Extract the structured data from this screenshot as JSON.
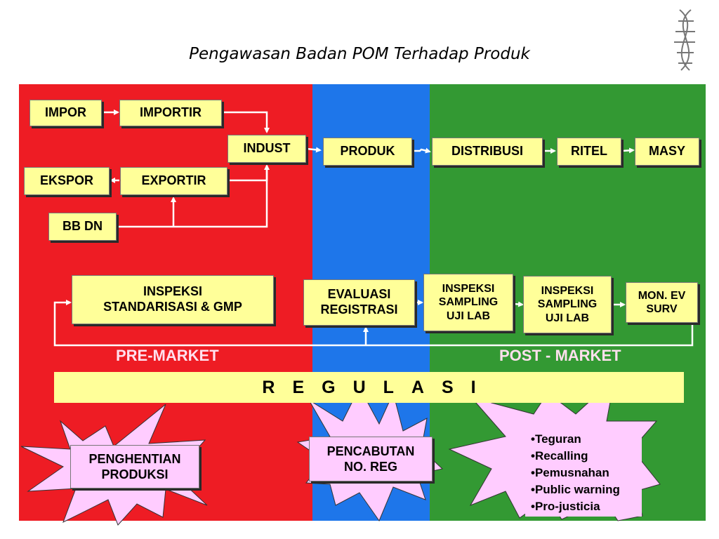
{
  "title": "Pengawasan Badan POM Terhadap Produk",
  "colors": {
    "pre_market": "#ee1c24",
    "evaluation": "#1e76ea",
    "post_market": "#339933",
    "box_fill": "#ffff99",
    "burst_fill": "#ffccff"
  },
  "flow_boxes": {
    "impor": "IMPOR",
    "importir": "IMPORTIR",
    "indust": "INDUST",
    "ekspor": "EKSPOR",
    "exportir": "EXPORTIR",
    "bb_dn": "BB DN",
    "produk": "PRODUK",
    "distribusi": "DISTRIBUSI",
    "ritel": "RITEL",
    "masy": "MASY"
  },
  "inspection_boxes": {
    "inspeksi_std": [
      "INSPEKSI",
      "STANDARISASI & GMP"
    ],
    "evaluasi": [
      "EVALUASI",
      "REGISTRASI"
    ],
    "sampling_1": [
      "INSPEKSI",
      "SAMPLING",
      "UJI LAB"
    ],
    "sampling_2": [
      "INSPEKSI",
      "SAMPLING",
      "UJI LAB"
    ],
    "mon_ev": [
      "MON. EV",
      "SURV"
    ]
  },
  "labels": {
    "pre_market": "PRE-MARKET",
    "post_market": "POST - MARKET",
    "regulasi": "REGULASI"
  },
  "sanctions": {
    "penghentian": [
      "PENGHENTIAN",
      "PRODUKSI"
    ],
    "pencabutan": [
      "PENCABUTAN",
      "NO. REG"
    ],
    "actions": [
      "•Teguran",
      "•Recalling",
      "•Pemusnahan",
      "•Public warning",
      "•Pro-justicia"
    ]
  },
  "decoration": {
    "dna_icon": "dna-helix-icon"
  }
}
